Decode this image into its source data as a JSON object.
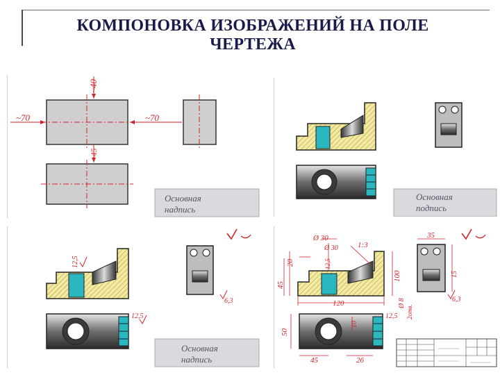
{
  "title": {
    "line1": "КОМПОНОВКА ИЗОБРАЖЕНИЙ НА ПОЛЕ",
    "line2": "ЧЕРТЕЖА"
  },
  "panel1": {
    "dim_top": "~40",
    "dim_left": "~70",
    "dim_mid": "~70",
    "dim_between": "~45",
    "title_block": {
      "line1": "Основная",
      "line2": "надпись"
    }
  },
  "panel2": {
    "title_block": {
      "line1": "Основная",
      "line2": "подпись"
    }
  },
  "panel3": {
    "dim_rough_front": "12,5",
    "dim_rough_top": "12,5",
    "dim_rough_side": "6,3",
    "title_block": {
      "line1": "Основная",
      "line2": "надпись"
    }
  },
  "panel4": {
    "dim_dia30": "Ø 30",
    "dim_dia30b": "Ø 30",
    "dim_taper": "1:3",
    "dim_20": "20",
    "dim_45": "45",
    "dim_125": "12,5",
    "dim_100": "100",
    "dim_120": "120",
    "dim_35": "35",
    "dim_15": "15",
    "dim_8": "Ø 8",
    "dim_2holes": "2отв.",
    "dim_50": "50",
    "dim_10": "10",
    "dim_45b": "45",
    "dim_26": "26",
    "dim_63": "6,3",
    "dim_125b": "12,5"
  }
}
